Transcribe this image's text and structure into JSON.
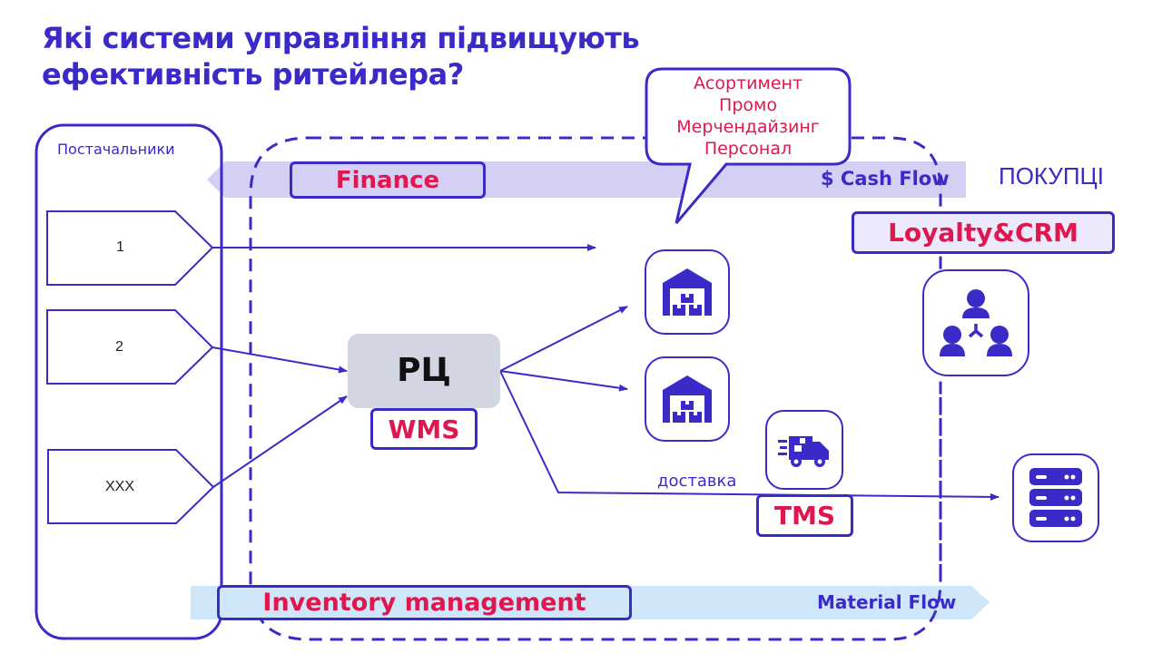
{
  "title": {
    "line1": "Які системи управління підвищують",
    "line2": "ефективність ритейлера?"
  },
  "suppliers": {
    "header": "Постачальники",
    "items": [
      "1",
      "2",
      "XXX"
    ]
  },
  "customers_label": "ПОКУПЦІ",
  "distribution_center": {
    "label": "РЦ",
    "system": "WMS"
  },
  "flows": {
    "cash_flow": "$ Cash Flow",
    "material_flow": "Material Flow",
    "delivery": "доставка"
  },
  "systems": {
    "finance": "Finance",
    "loyalty": "Loyalty&CRM",
    "tms": "TMS",
    "inventory": "Inventory management"
  },
  "callout": {
    "items": [
      "Асортимент",
      "Промо",
      "Мерчендайзинг",
      "Персонал"
    ]
  },
  "icons": {
    "store_1": "warehouse-icon",
    "store_2": "warehouse-icon",
    "truck": "delivery-truck-icon",
    "customers": "customer-network-icon",
    "server": "server-icon"
  },
  "colors": {
    "primary": "#3a2bc9",
    "accent": "#e0174e",
    "cash_band": "#d3cff5",
    "material_band": "#cfe6f8",
    "dc_fill": "#d2d6e2"
  }
}
